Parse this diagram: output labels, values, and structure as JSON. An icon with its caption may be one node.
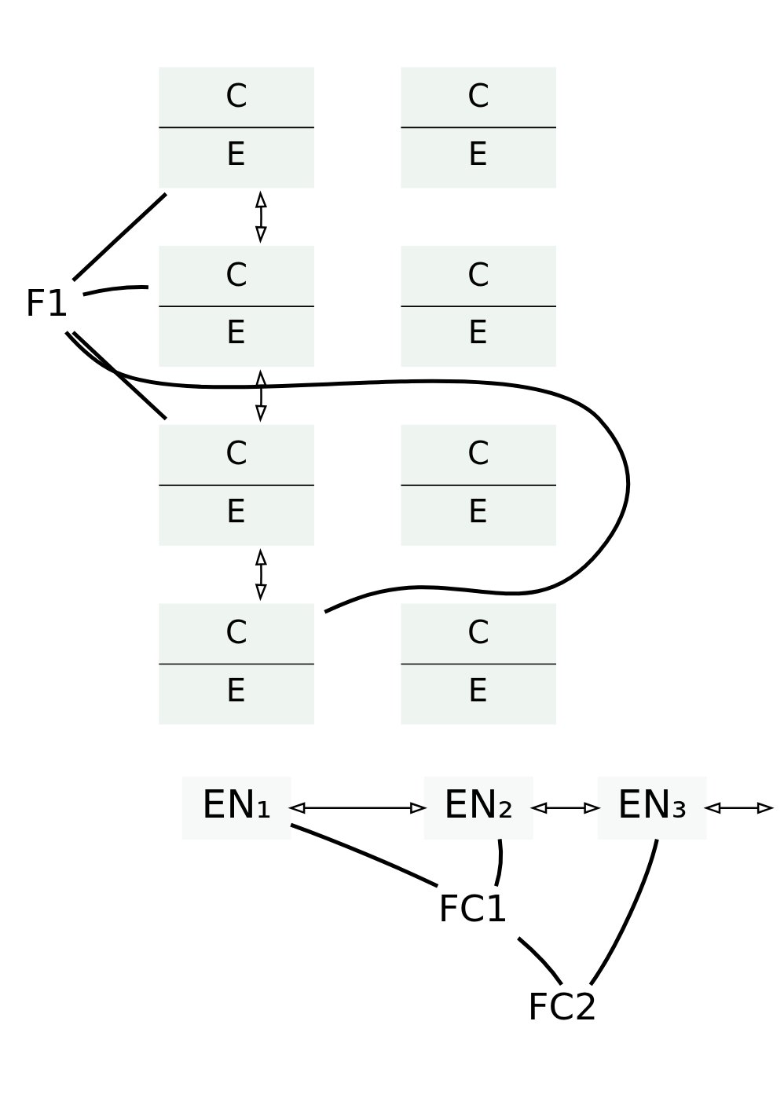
{
  "diagram": {
    "nodes": [
      {
        "text": [
          "C",
          "E"
        ]
      },
      {
        "text": [
          "C",
          "E"
        ]
      },
      {
        "text": [
          "C",
          "E"
        ]
      },
      {
        "text": [
          "C",
          "E"
        ]
      },
      {
        "text": [
          "C",
          "E"
        ]
      },
      {
        "text": [
          "C",
          "E"
        ]
      },
      {
        "text": [
          "C",
          "E"
        ]
      },
      {
        "text": [
          "C",
          "E"
        ]
      },
      {
        "text": [
          "F1"
        ]
      },
      {
        "text": [
          "EN₁"
        ]
      },
      {
        "text": [
          "EN₂"
        ]
      },
      {
        "text": [
          "EN₃"
        ]
      },
      {
        "text": [
          "FC1"
        ]
      },
      {
        "text": [
          "FC2"
        ]
      }
    ],
    "edges": [
      {
        "from": 0,
        "to": 2,
        "arrow": "both"
      },
      {
        "from": 2,
        "to": 4,
        "arrow": "both"
      },
      {
        "from": 4,
        "to": 6,
        "arrow": "both"
      },
      {
        "from": 8,
        "to": 0,
        "arrow": "none"
      },
      {
        "from": 8,
        "to": 2,
        "arrow": "none"
      },
      {
        "from": 8,
        "to": 4,
        "arrow": "none"
      },
      {
        "from": 8,
        "to": 6,
        "arrow": "none"
      },
      {
        "from": 9,
        "to": 10,
        "arrow": "both"
      },
      {
        "from": 10,
        "to": 11,
        "arrow": "both"
      },
      {
        "from": 11,
        "to": null,
        "arrow": "both"
      },
      {
        "from": 12,
        "to": 9,
        "arrow": "none"
      },
      {
        "from": 12,
        "to": 10,
        "arrow": "none"
      },
      {
        "from": 13,
        "to": 12,
        "arrow": "none"
      },
      {
        "from": 13,
        "to": 11,
        "arrow": "none"
      }
    ]
  }
}
